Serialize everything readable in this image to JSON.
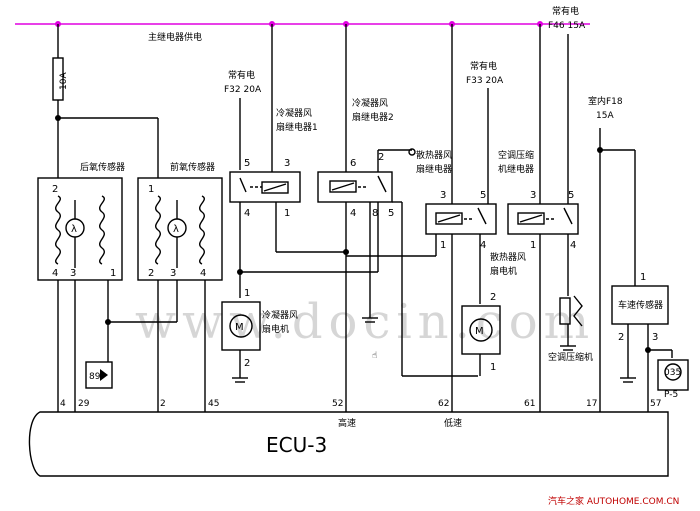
{
  "diagram": {
    "watermark": "www.docin.com",
    "bus_label": "主继电器供电",
    "ecu_label": "ECU-3",
    "fuse_10a": "10A",
    "rear_o2": "后氧传感器",
    "front_o2": "前氧传感器",
    "always_on_1": "常有电",
    "fuse_f32": "F32  20A",
    "relay1_l1": "冷凝器风",
    "relay1_l2": "扇继电器1",
    "relay2_l1": "冷凝器风",
    "relay2_l2": "扇继电器2",
    "radfan_relay_l1": "散热器风",
    "radfan_relay_l2": "扇继电器",
    "always_on_2": "常有电",
    "fuse_f33": "F33  20A",
    "ac_relay_l1": "空调压缩",
    "ac_relay_l2": "机继电器",
    "always_on_3": "常有电",
    "fuse_f46": "F46  15A",
    "indoor_f18": "室内F18",
    "fuse_15a": "15A",
    "cond_motor_l1": "冷凝器风",
    "cond_motor_l2": "扇电机",
    "rad_motor_l1": "散热器风",
    "rad_motor_l2": "扇电机",
    "ac_comp": "空调压缩机",
    "speed_sensor": "车速传感器",
    "high_speed": "高速",
    "low_speed": "低速",
    "ecu_pins": [
      "4",
      "29",
      "2",
      "45",
      "52",
      "62",
      "61",
      "17",
      "57"
    ],
    "connector_89": "89",
    "connector_035": "035",
    "connector_p5": "P-5",
    "credit": "汽车之家  AUTOHOME.COM.CN"
  }
}
